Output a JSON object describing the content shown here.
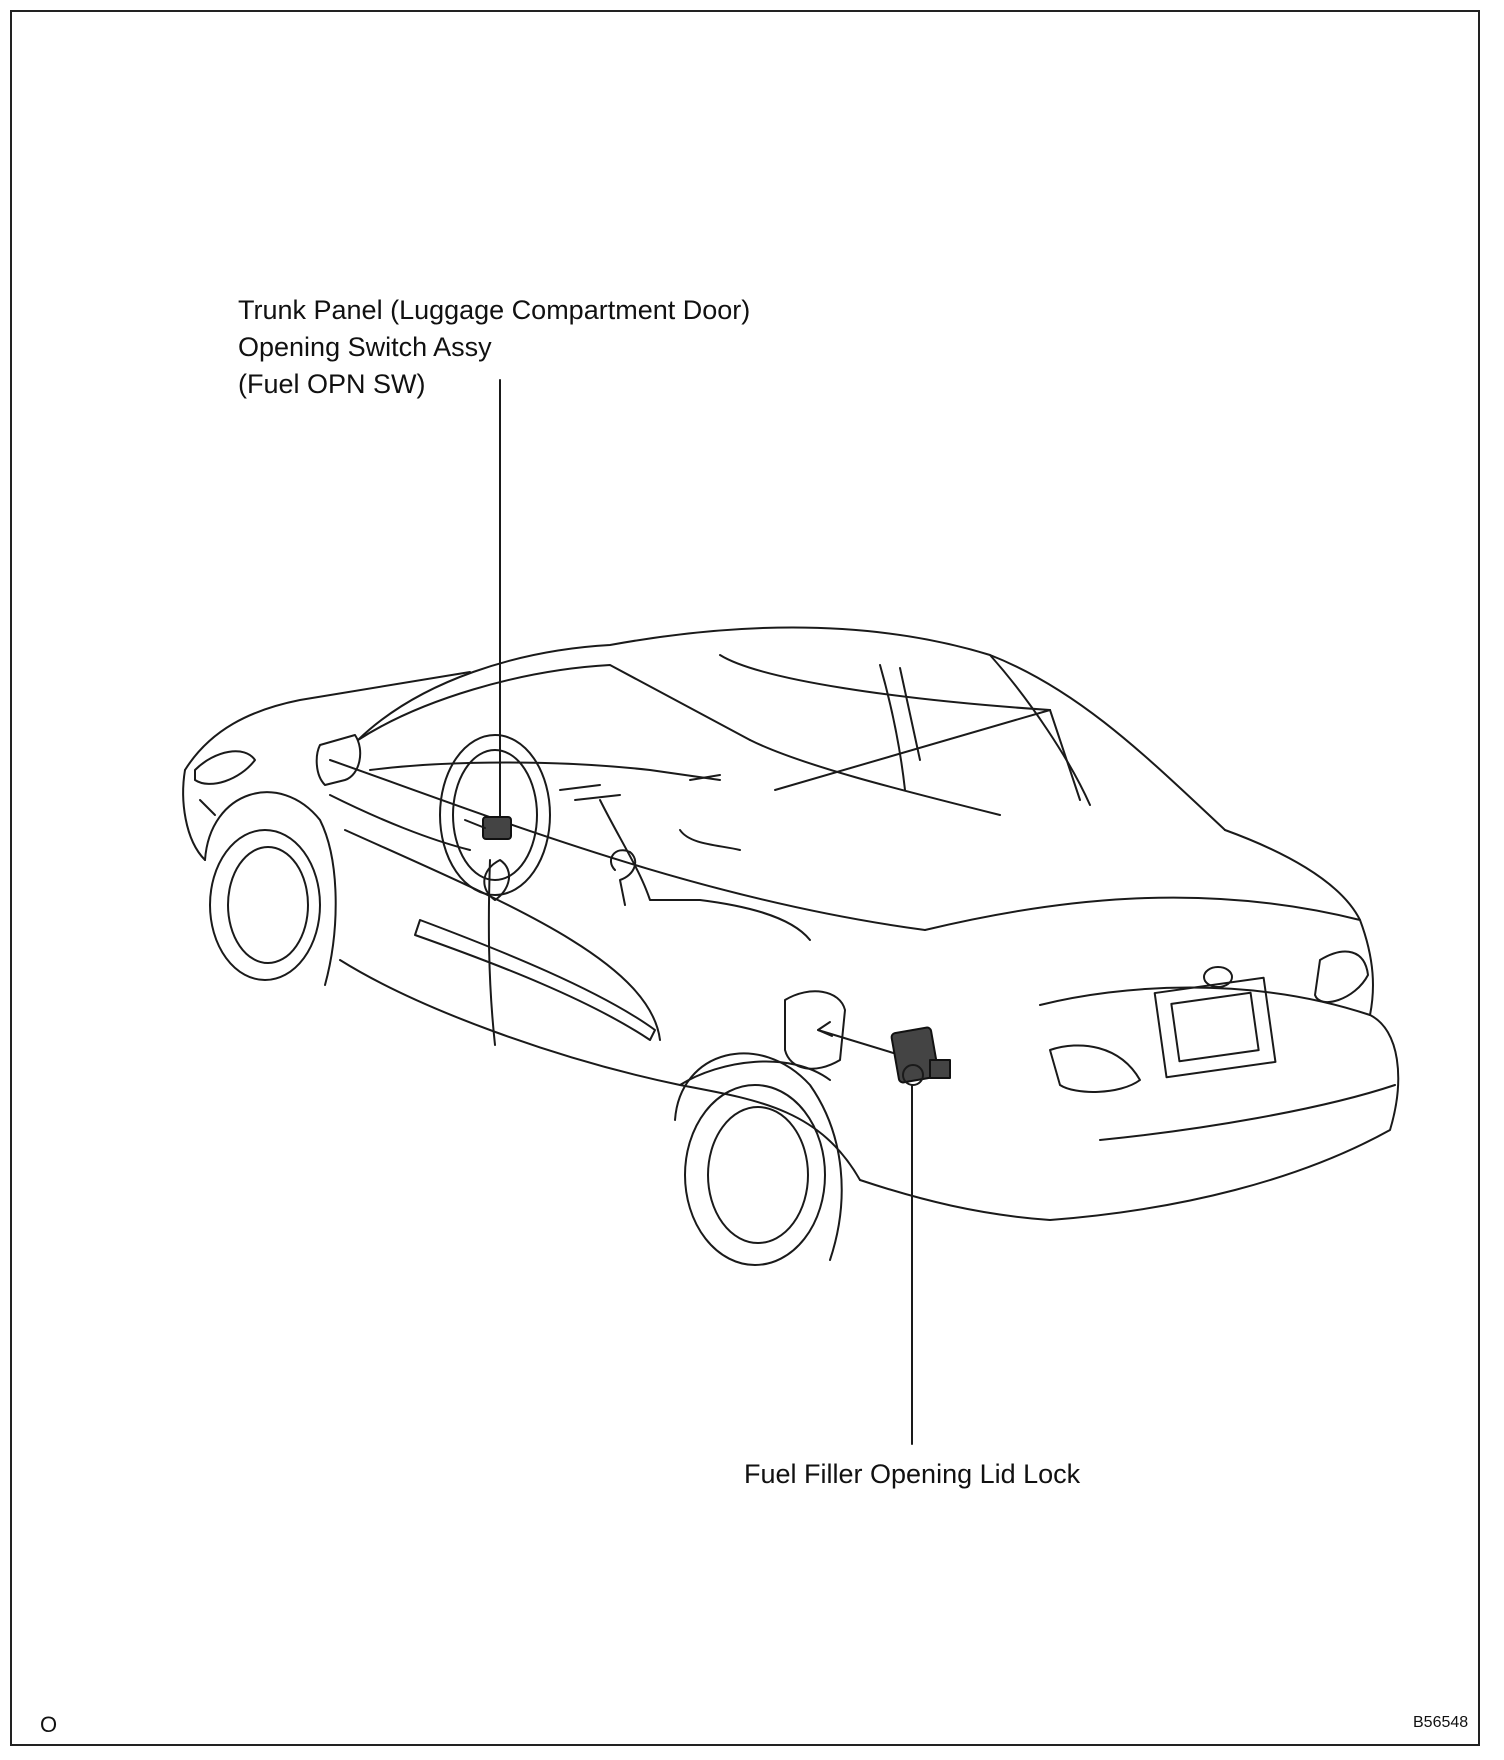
{
  "labels": {
    "switch_line1": "Trunk Panel (Luggage Compartment Door)",
    "switch_line2": "Opening Switch Assy",
    "switch_line3": "(Fuel OPN SW)",
    "lock": "Fuel Filler Opening Lid Lock"
  },
  "corner": {
    "left": "O",
    "figure_id": "B56548"
  }
}
